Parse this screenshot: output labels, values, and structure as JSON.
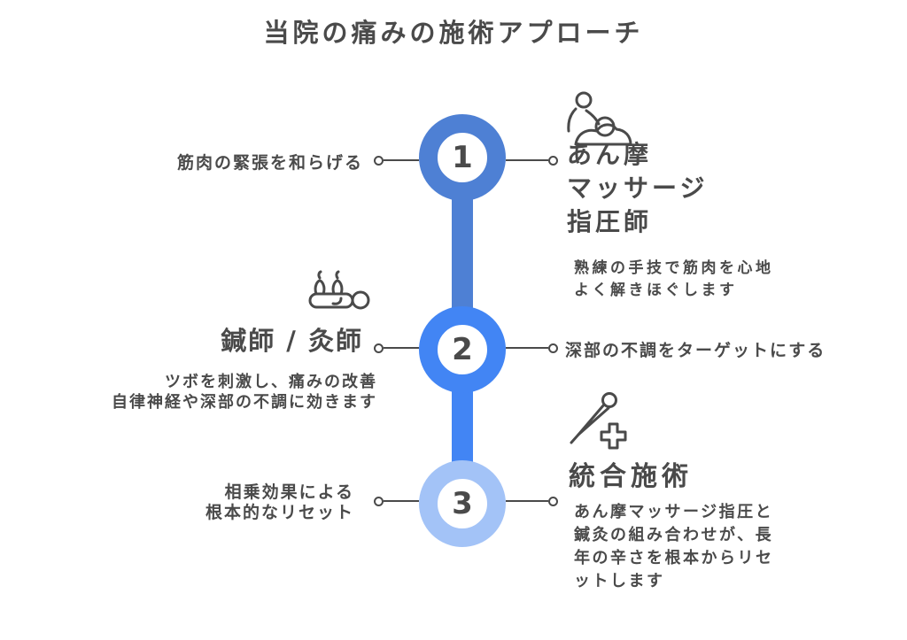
{
  "title": "当院の痛みの施術アプローチ",
  "colors": {
    "text": "#4a4a4a",
    "step1_blue": "#4e80d4",
    "step2_blue": "#4285f4",
    "step3_blue": "#a3c3f7",
    "white": "#ffffff"
  },
  "steps": [
    {
      "number": "1",
      "icon": "massage-therapist-icon",
      "heading": "あん摩\nマッサージ\n指圧師",
      "description": "熟練の手技で筋肉を心地\nよく解きほぐします",
      "side_label": "筋肉の緊張を和らげる"
    },
    {
      "number": "2",
      "icon": "moxibustion-icon",
      "heading": "鍼師 / 灸師",
      "description": "ツボを刺激し、痛みの改善\n自律神経や深部の不調に効きます",
      "side_label": "深部の不調をターゲットにする"
    },
    {
      "number": "3",
      "icon": "acupuncture-needle-plus-icon",
      "heading": "統合施術",
      "description": "あん摩マッサージ指圧と\n鍼灸の組み合わせが、長\n年の辛さを根本からリセ\nットします",
      "side_label": "相乗効果による\n根本的なリセット"
    }
  ]
}
